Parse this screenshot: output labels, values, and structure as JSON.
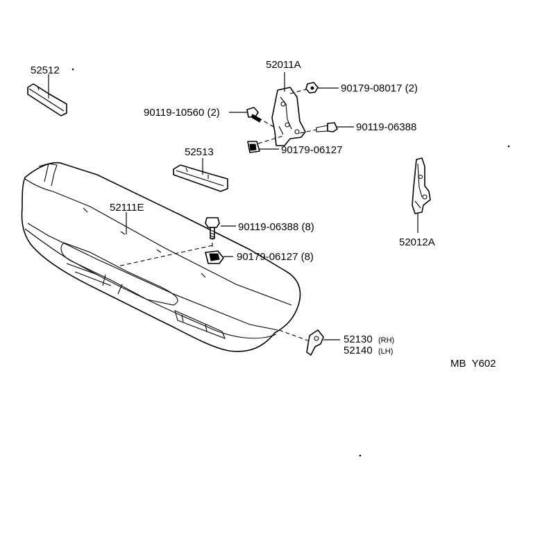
{
  "labels": {
    "p52512": "52512",
    "p52011a": "52011A",
    "p52513": "52513",
    "p52111e": "52111E",
    "p52012a": "52012A",
    "bolt_10560": "90119-10560 (2)",
    "nut_08017": "90179-08017 (2)",
    "bolt_06388_upper": "90119-06388",
    "nut_06127_upper": "90179-06127",
    "bolt_06388_qty": "90119-06388 (8)",
    "nut_06127_qty": "90179-06127 (8)",
    "p52130": "52130",
    "p52130_side": "(RH)",
    "p52140": "52140",
    "p52140_side": "(LH)",
    "figure_code": "MB  Y602"
  },
  "colors": {
    "ink": "#000000",
    "paper": "#ffffff"
  }
}
